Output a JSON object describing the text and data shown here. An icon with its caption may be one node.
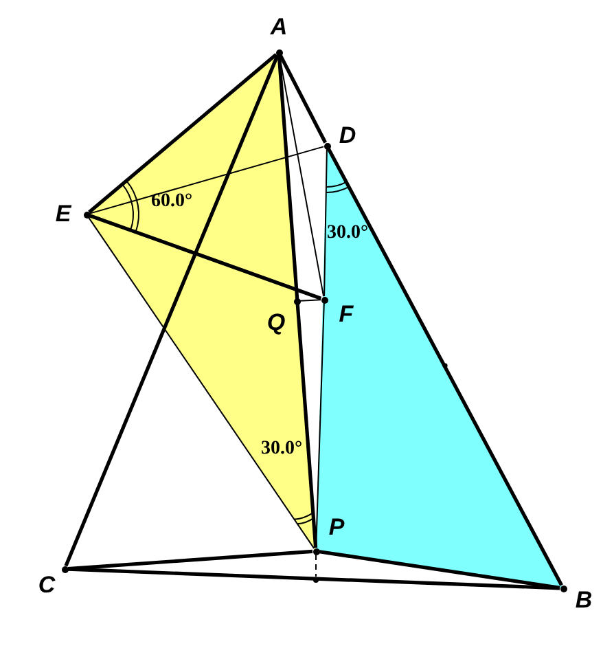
{
  "diagram": {
    "nodes": [
      {
        "text": [
          "A"
        ]
      },
      {
        "text": [
          "D"
        ]
      },
      {
        "text": [
          "E"
        ]
      },
      {
        "text": [
          "Q"
        ]
      },
      {
        "text": [
          "F"
        ]
      },
      {
        "text": [
          "P"
        ]
      },
      {
        "text": [
          "C"
        ]
      },
      {
        "text": [],
        "shape": "circle"
      },
      {
        "text": [
          "B"
        ]
      }
    ],
    "edges": [
      {
        "from": 2,
        "to": 0,
        "arrow": "none"
      },
      {
        "from": 0,
        "to": 6,
        "arrow": "none"
      },
      {
        "from": 0,
        "to": 1,
        "arrow": "none"
      },
      {
        "from": 1,
        "to": 8,
        "arrow": "none"
      },
      {
        "from": 0,
        "to": 5,
        "arrow": "none"
      },
      {
        "from": 0,
        "to": 4,
        "arrow": "none"
      },
      {
        "from": 2,
        "to": 1,
        "arrow": "none"
      },
      {
        "from": 2,
        "to": 4,
        "arrow": "none"
      },
      {
        "from": 3,
        "to": 4,
        "arrow": "none"
      },
      {
        "from": 2,
        "to": 5,
        "arrow": "none"
      },
      {
        "from": 1,
        "to": 4,
        "arrow": "none"
      },
      {
        "from": 4,
        "to": 5,
        "arrow": "none"
      },
      {
        "from": 6,
        "to": 5,
        "arrow": "none"
      },
      {
        "from": 5,
        "to": 8,
        "arrow": "none"
      },
      {
        "from": 6,
        "to": 8,
        "arrow": "none"
      },
      {
        "from": 5,
        "to": 7,
        "arrow": "none",
        "style": "dashed"
      }
    ],
    "labels": [
      "60.0°",
      "30.0°",
      "30.0°"
    ]
  }
}
